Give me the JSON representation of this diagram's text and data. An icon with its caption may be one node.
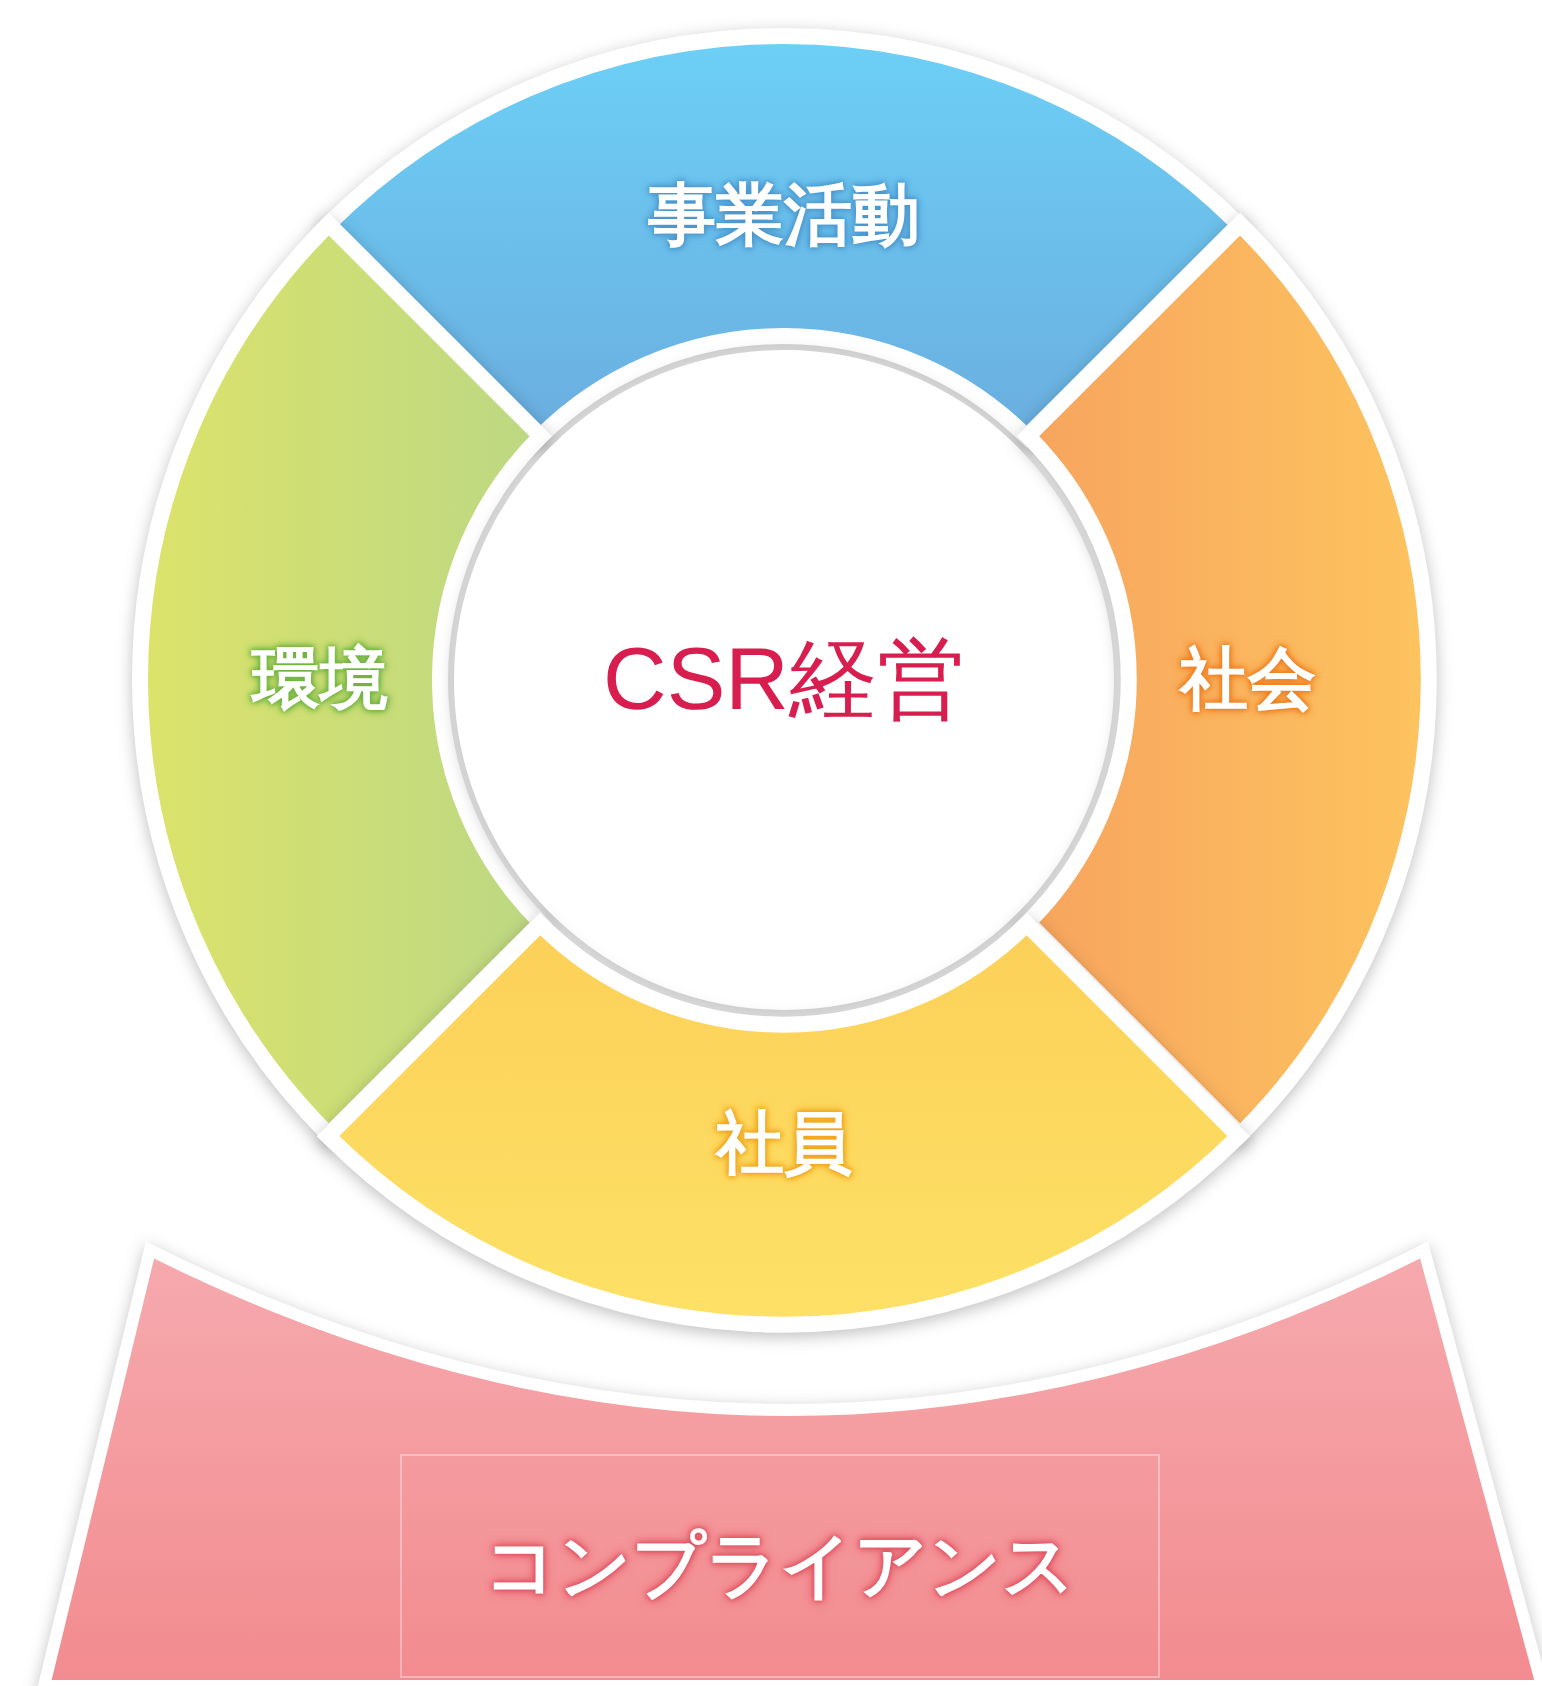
{
  "diagram": {
    "nodes": [
      {
        "text": [
          "事業活動"
        ]
      },
      {
        "text": [
          "環境"
        ]
      },
      {
        "text": [
          "CSR経営"
        ]
      },
      {
        "text": [
          "社会"
        ]
      },
      {
        "text": [
          "社員"
        ]
      },
      {
        "text": [
          "コンプライアンス"
        ]
      }
    ]
  }
}
